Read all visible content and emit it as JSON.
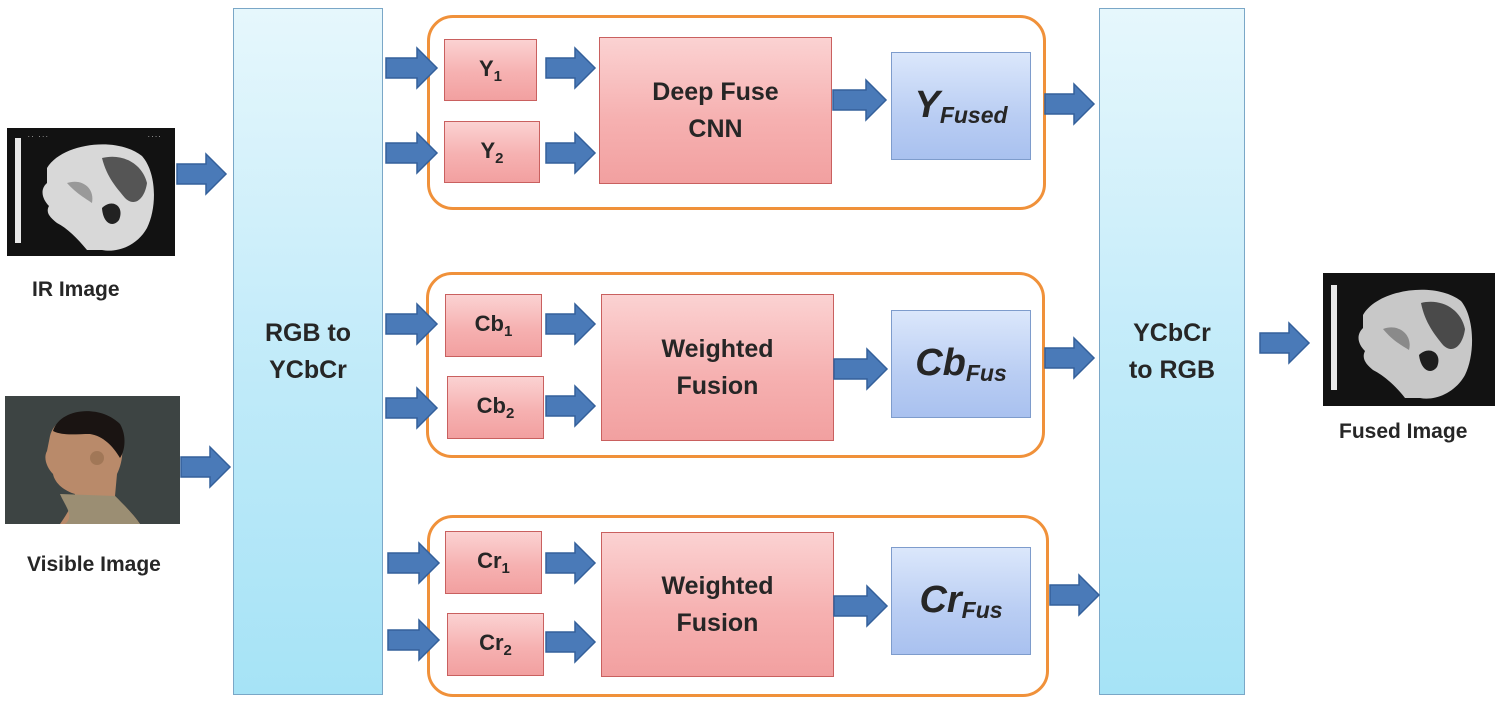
{
  "inputs": {
    "ir_caption": "IR Image",
    "visible_caption": "Visible Image"
  },
  "output": {
    "fused_caption": "Fused Image"
  },
  "converters": {
    "rgb_to_ycbcr": [
      "RGB to",
      "YCbCr"
    ],
    "ycbcr_to_rgb": [
      "YCbCr",
      "to RGB"
    ]
  },
  "channels": {
    "y": {
      "input1": {
        "base": "Y",
        "sub": "1"
      },
      "input2": {
        "base": "Y",
        "sub": "2"
      },
      "process": [
        "Deep Fuse",
        "CNN"
      ],
      "output": {
        "base": "Y",
        "sub": "Fused"
      }
    },
    "cb": {
      "input1": {
        "base": "Cb",
        "sub": "1"
      },
      "input2": {
        "base": "Cb",
        "sub": "2"
      },
      "process": [
        "Weighted",
        "Fusion"
      ],
      "output": {
        "base": "Cb",
        "sub": "Fus"
      }
    },
    "cr": {
      "input1": {
        "base": "Cr",
        "sub": "1"
      },
      "input2": {
        "base": "Cr",
        "sub": "2"
      },
      "process": [
        "Weighted",
        "Fusion"
      ],
      "output": {
        "base": "Cr",
        "sub": "Fus"
      }
    }
  },
  "colors": {
    "group_border": "#f0913a",
    "arrow_fill": "#4a7ab8",
    "arrow_stroke": "#34609b",
    "pink_box": "#f6b1b1",
    "blue_box": "#b9cdf3",
    "converter_box": "#bfeaf9"
  }
}
